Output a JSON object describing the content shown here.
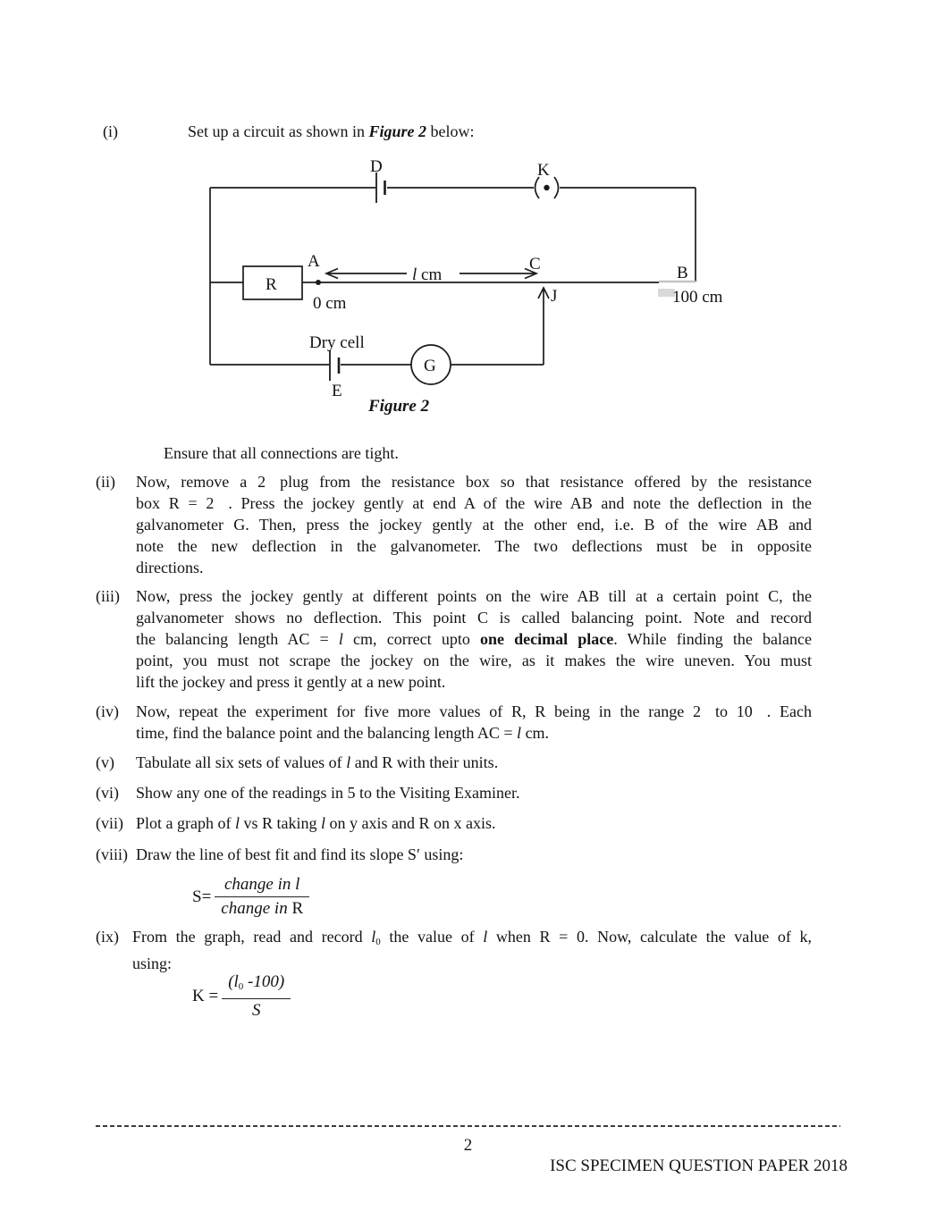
{
  "intro": {
    "marker": "(i)",
    "line": [
      {
        "t": "Set up a circuit as shown in "
      },
      {
        "t": "Figure 2",
        "s": "bi"
      },
      {
        "t": " below:"
      }
    ]
  },
  "circuit": {
    "battery_label": "D",
    "key_label": "K",
    "point_a": "A",
    "point_c": "C",
    "point_b": "B",
    "jockey_label": "J",
    "resistance_box_label": "R",
    "galvanometer_label": "G",
    "cell_terminal_label": "E",
    "dry_cell_label": "Dry cell",
    "length_symbol": "l",
    "length_unit": " cm",
    "zero_mark": "0 cm",
    "hundred_mark": "100 cm",
    "caption": "Figure 2",
    "wire_color": "#1b1b1b",
    "smudge_color": "#d9d9d9"
  },
  "ensure_line": "Ensure that all connections are tight.",
  "items": {
    "ii": {
      "marker": "(ii)",
      "lines": [
        {
          "j": true,
          "segs": [
            {
              "t": "Now, remove a 2"
            },
            {
              "t": " ",
              "s": "gap"
            },
            {
              "t": "plug from the resistance box so that resistance offered by the resistance"
            }
          ]
        },
        {
          "j": true,
          "segs": [
            {
              "t": "box R = 2"
            },
            {
              "t": " ",
              "s": "gap"
            },
            {
              "t": ".  Press the jockey gently at end A of the wire AB  and note the deflection in the"
            }
          ]
        },
        {
          "j": true,
          "segs": [
            {
              "t": "galvanometer G.  Then, press the jockey gently at the other end, i.e. B of the wire AB and"
            }
          ]
        },
        {
          "j": true,
          "segs": [
            {
              "t": "note the new deflection in the galvanometer.  The two deflections must be in opposite"
            }
          ]
        },
        {
          "j": false,
          "segs": [
            {
              "t": "directions."
            }
          ]
        }
      ]
    },
    "iii": {
      "marker": "(iii)",
      "lines": [
        {
          "j": true,
          "segs": [
            {
              "t": "Now, press the jockey gently at different points on the wire AB till at a certain point C, the"
            }
          ]
        },
        {
          "j": true,
          "segs": [
            {
              "t": "galvanometer shows no deflection.  This point C is called balancing point.  Note and record"
            }
          ]
        },
        {
          "j": true,
          "segs": [
            {
              "t": "the balancing length AC = "
            },
            {
              "t": "l",
              "s": "i"
            },
            {
              "t": " cm, correct  upto "
            },
            {
              "t": "one decimal place",
              "s": "b"
            },
            {
              "t": ".  While finding the balance"
            }
          ]
        },
        {
          "j": true,
          "segs": [
            {
              "t": "point, you must not scrape the jockey on the wire, as it makes the wire uneven.  You must"
            }
          ]
        },
        {
          "j": false,
          "segs": [
            {
              "t": "lift the jockey and press it gently at a new point."
            }
          ]
        }
      ]
    },
    "iv": {
      "marker": "(iv)",
      "lines": [
        {
          "j": true,
          "segs": [
            {
              "t": "Now, repeat the experiment for five more values of R, R being in the range 2"
            },
            {
              "t": " ",
              "s": "gap"
            },
            {
              "t": "to 10"
            },
            {
              "t": " ",
              "s": "gap"
            },
            {
              "t": ".  Each"
            }
          ]
        },
        {
          "j": false,
          "segs": [
            {
              "t": "time, find the balance point and the balancing length AC = "
            },
            {
              "t": "l",
              "s": "i"
            },
            {
              "t": " cm."
            }
          ]
        }
      ]
    },
    "v": {
      "marker": "(v)",
      "lines": [
        {
          "j": false,
          "segs": [
            {
              "t": "Tabulate all six sets of values of "
            },
            {
              "t": "l",
              "s": "i"
            },
            {
              "t": " and R with their units."
            }
          ]
        }
      ]
    },
    "vi": {
      "marker": "(vi)",
      "lines": [
        {
          "j": false,
          "segs": [
            {
              "t": "Show any one of the readings in 5 to the Visiting Examiner."
            }
          ]
        }
      ]
    },
    "vii": {
      "marker": "(vii)",
      "lines": [
        {
          "j": false,
          "segs": [
            {
              "t": "Plot a graph of "
            },
            {
              "t": "l",
              "s": "i"
            },
            {
              "t": " vs R taking "
            },
            {
              "t": "l",
              "s": "i"
            },
            {
              "t": " on y axis and R on x axis."
            }
          ]
        }
      ]
    },
    "viii": {
      "marker": "(viii)",
      "lines": [
        {
          "j": false,
          "segs": [
            {
              "t": "Draw the line of best fit and find its slope S′ using:"
            }
          ]
        }
      ]
    },
    "ix": {
      "marker": "(ix)",
      "lines": [
        {
          "j": true,
          "segs": [
            {
              "t": "From the graph, read and record "
            },
            {
              "t": "l",
              "s": "i"
            },
            {
              "t": "0",
              "s": "sub"
            },
            {
              "t": " the value of "
            },
            {
              "t": "l",
              "s": "i"
            },
            {
              "t": "  when R = 0.  Now, calculate the value of k,"
            }
          ]
        },
        {
          "j": false,
          "segs": [
            {
              "t": "using:"
            }
          ]
        }
      ]
    }
  },
  "formulas": {
    "s": {
      "lhs": "S=",
      "numerator": "change in l",
      "den_italic": "change in",
      "den_upright": "R"
    },
    "k": {
      "lhs": "K =",
      "num_pre": "(l",
      "num_sub": "0",
      "num_post": " -100)",
      "denominator": "S"
    }
  },
  "footer": {
    "page_number": "2",
    "title": "ISC SPECIMEN QUESTION PAPER 2018"
  }
}
